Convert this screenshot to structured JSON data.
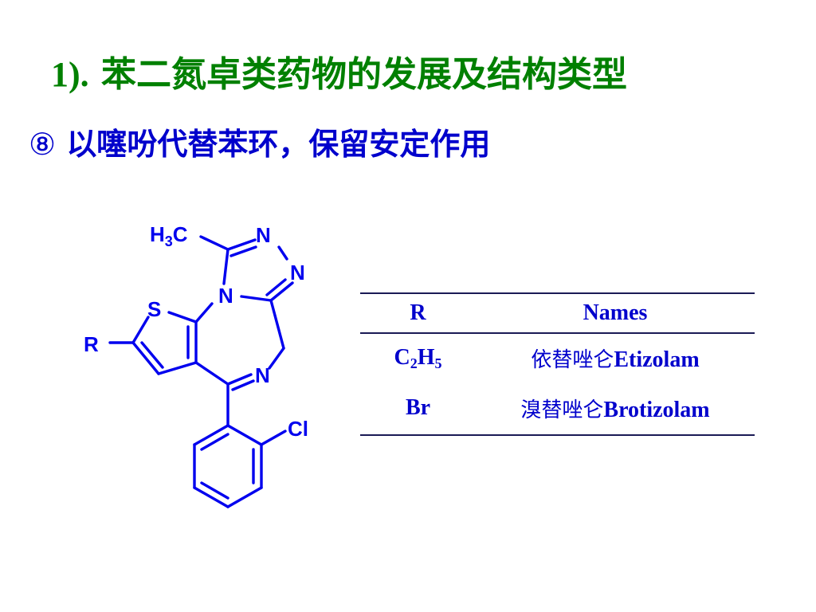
{
  "slide": {
    "title_num": "1).",
    "title_text": "苯二氮卓类药物的发展及结构类型",
    "subtitle_circ": "⑧",
    "subtitle_text": "以噻吩代替苯环，保留安定作用"
  },
  "structure": {
    "atoms": {
      "methyl_h": "H",
      "methyl_sub": "3",
      "methyl_c": "C",
      "n_top": "N",
      "n_right": "N",
      "n_center": "N",
      "s_thiophene": "S",
      "r_group": "R",
      "n_imine": "N",
      "cl": "Cl"
    }
  },
  "table": {
    "headers": [
      "R",
      "Names"
    ],
    "rows": [
      {
        "r_main": "C",
        "r_sub1": "2",
        "r_mid": "H",
        "r_sub2": "5",
        "name_cn": "依替唑仑",
        "name_en": "Etizolam"
      },
      {
        "r_main": "Br",
        "r_sub1": "",
        "r_mid": "",
        "r_sub2": "",
        "name_cn": "溴替唑仑",
        "name_en": "Brotizolam"
      }
    ]
  },
  "colors": {
    "title": "#008000",
    "text_blue": "#0000cc",
    "structure_blue": "#0000ee"
  }
}
